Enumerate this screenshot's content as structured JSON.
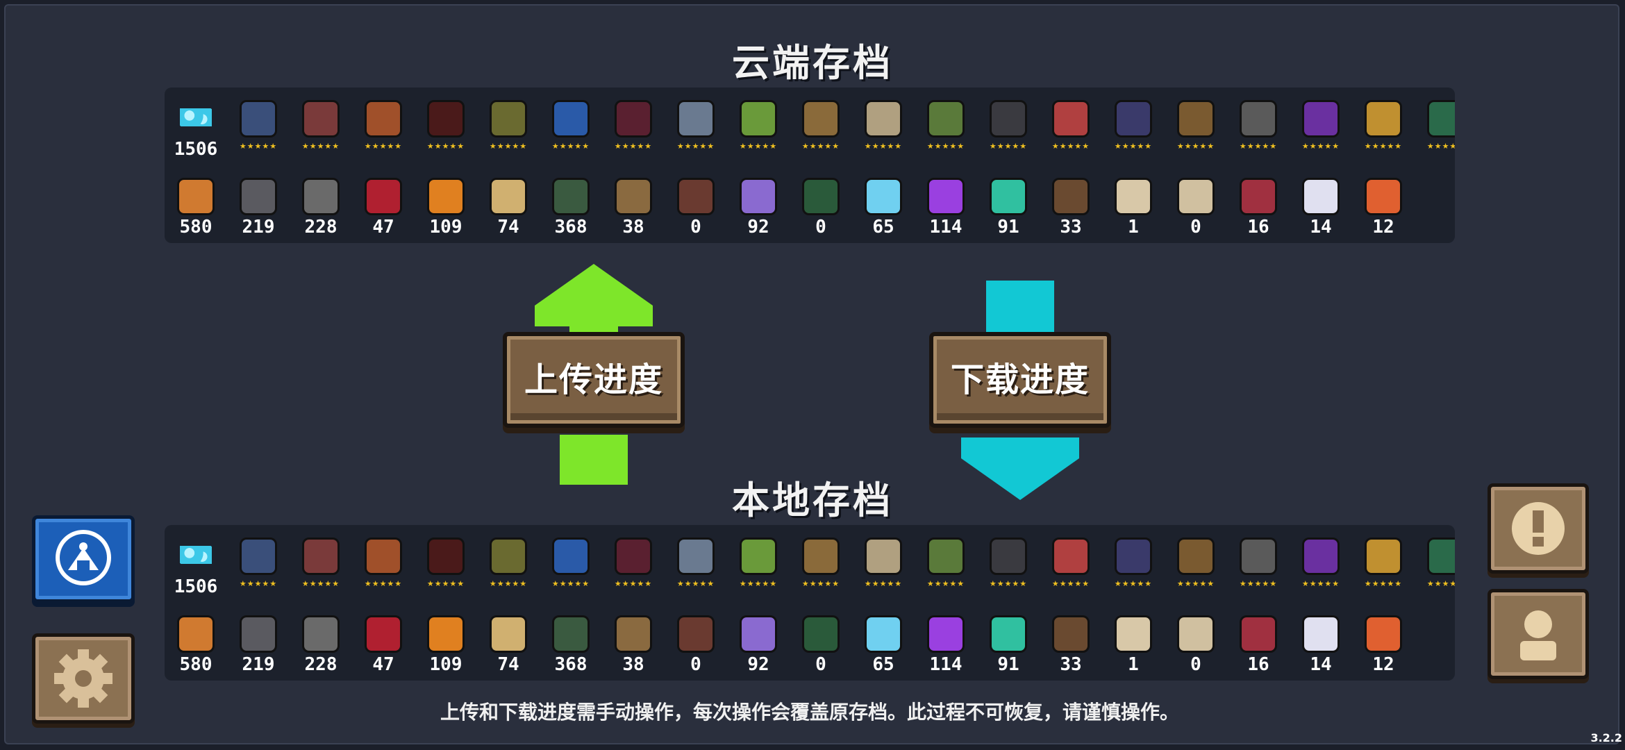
{
  "cloud": {
    "title": "云端存档",
    "gems": "1506",
    "characters": [
      {
        "icon": "knight-icon",
        "color": "#3a4f7a"
      },
      {
        "icon": "rogue-icon",
        "color": "#7a3a3a"
      },
      {
        "icon": "wizard-icon",
        "color": "#a0502a"
      },
      {
        "icon": "assassin-icon",
        "color": "#4a1a1a"
      },
      {
        "icon": "engineer-icon",
        "color": "#6a6a30"
      },
      {
        "icon": "robot-icon",
        "color": "#2a5aa8"
      },
      {
        "icon": "vampire-icon",
        "color": "#5a2030"
      },
      {
        "icon": "paladin-icon",
        "color": "#6a7a90"
      },
      {
        "icon": "elf-icon",
        "color": "#6a9a3a"
      },
      {
        "icon": "werewolf-icon",
        "color": "#8a6a3a"
      },
      {
        "icon": "priest-icon",
        "color": "#b0a080"
      },
      {
        "icon": "druid-icon",
        "color": "#5a7a3a"
      },
      {
        "icon": "berserker-icon",
        "color": "#3a3a40"
      },
      {
        "icon": "taoist-icon",
        "color": "#b04040"
      },
      {
        "icon": "necromancer-icon",
        "color": "#3a3a6a"
      },
      {
        "icon": "pirate-icon",
        "color": "#7a5a30"
      },
      {
        "icon": "monk-icon",
        "color": "#5a5a5a"
      },
      {
        "icon": "warlock-icon",
        "color": "#6a30a0"
      },
      {
        "icon": "bard-icon",
        "color": "#c09030"
      },
      {
        "icon": "mech-icon",
        "color": "#2a6a4a"
      }
    ],
    "materials": [
      {
        "icon": "ore-icon",
        "color": "#d07a30",
        "count": "580"
      },
      {
        "icon": "iron-icon",
        "color": "#5a5a60",
        "count": "219"
      },
      {
        "icon": "gear-part-icon",
        "color": "#6a6a6a",
        "count": "228"
      },
      {
        "icon": "red-leaf-icon",
        "color": "#b02030",
        "count": "47"
      },
      {
        "icon": "fire-leaf-icon",
        "color": "#e08020",
        "count": "109"
      },
      {
        "icon": "wood-plank-icon",
        "color": "#d0b070",
        "count": "74"
      },
      {
        "icon": "battery-icon",
        "color": "#3a5a40",
        "count": "368"
      },
      {
        "icon": "feather-pile-icon",
        "color": "#8a6a40",
        "count": "38"
      },
      {
        "icon": "device-icon",
        "color": "#6a3a30",
        "count": "0"
      },
      {
        "icon": "purple-crystal-icon",
        "color": "#8a6ad0",
        "count": "92"
      },
      {
        "icon": "terminal-icon",
        "color": "#2a5a3a",
        "count": "0"
      },
      {
        "icon": "ice-crystal-icon",
        "color": "#70d0f0",
        "count": "65"
      },
      {
        "icon": "violet-crystal-icon",
        "color": "#9a40e0",
        "count": "114"
      },
      {
        "icon": "teal-crystal-icon",
        "color": "#30c0a0",
        "count": "91"
      },
      {
        "icon": "horn-icon",
        "color": "#6a4a30",
        "count": "33"
      },
      {
        "icon": "scroll-icon",
        "color": "#d8c8a8",
        "count": "1"
      },
      {
        "icon": "scroll-icon",
        "color": "#d0c0a0",
        "count": "0"
      },
      {
        "icon": "chip-icon",
        "color": "#a03040",
        "count": "16"
      },
      {
        "icon": "quill-icon",
        "color": "#e0e0f0",
        "count": "14"
      },
      {
        "icon": "card-icon",
        "color": "#e06030",
        "count": "12"
      }
    ]
  },
  "local": {
    "title": "本地存档",
    "gems": "1506",
    "characters": [
      {
        "icon": "knight-icon",
        "color": "#3a4f7a"
      },
      {
        "icon": "rogue-icon",
        "color": "#7a3a3a"
      },
      {
        "icon": "wizard-icon",
        "color": "#a0502a"
      },
      {
        "icon": "assassin-icon",
        "color": "#4a1a1a"
      },
      {
        "icon": "engineer-icon",
        "color": "#6a6a30"
      },
      {
        "icon": "robot-icon",
        "color": "#2a5aa8"
      },
      {
        "icon": "vampire-icon",
        "color": "#5a2030"
      },
      {
        "icon": "paladin-icon",
        "color": "#6a7a90"
      },
      {
        "icon": "elf-icon",
        "color": "#6a9a3a"
      },
      {
        "icon": "werewolf-icon",
        "color": "#8a6a3a"
      },
      {
        "icon": "priest-icon",
        "color": "#b0a080"
      },
      {
        "icon": "druid-icon",
        "color": "#5a7a3a"
      },
      {
        "icon": "berserker-icon",
        "color": "#3a3a40"
      },
      {
        "icon": "taoist-icon",
        "color": "#b04040"
      },
      {
        "icon": "necromancer-icon",
        "color": "#3a3a6a"
      },
      {
        "icon": "pirate-icon",
        "color": "#7a5a30"
      },
      {
        "icon": "monk-icon",
        "color": "#5a5a5a"
      },
      {
        "icon": "warlock-icon",
        "color": "#6a30a0"
      },
      {
        "icon": "bard-icon",
        "color": "#c09030"
      },
      {
        "icon": "mech-icon",
        "color": "#2a6a4a"
      }
    ],
    "materials": [
      {
        "icon": "ore-icon",
        "color": "#d07a30",
        "count": "580"
      },
      {
        "icon": "iron-icon",
        "color": "#5a5a60",
        "count": "219"
      },
      {
        "icon": "gear-part-icon",
        "color": "#6a6a6a",
        "count": "228"
      },
      {
        "icon": "red-leaf-icon",
        "color": "#b02030",
        "count": "47"
      },
      {
        "icon": "fire-leaf-icon",
        "color": "#e08020",
        "count": "109"
      },
      {
        "icon": "wood-plank-icon",
        "color": "#d0b070",
        "count": "74"
      },
      {
        "icon": "battery-icon",
        "color": "#3a5a40",
        "count": "368"
      },
      {
        "icon": "feather-pile-icon",
        "color": "#8a6a40",
        "count": "38"
      },
      {
        "icon": "device-icon",
        "color": "#6a3a30",
        "count": "0"
      },
      {
        "icon": "purple-crystal-icon",
        "color": "#8a6ad0",
        "count": "92"
      },
      {
        "icon": "terminal-icon",
        "color": "#2a5a3a",
        "count": "0"
      },
      {
        "icon": "ice-crystal-icon",
        "color": "#70d0f0",
        "count": "65"
      },
      {
        "icon": "violet-crystal-icon",
        "color": "#9a40e0",
        "count": "114"
      },
      {
        "icon": "teal-crystal-icon",
        "color": "#30c0a0",
        "count": "91"
      },
      {
        "icon": "horn-icon",
        "color": "#6a4a30",
        "count": "33"
      },
      {
        "icon": "scroll-icon",
        "color": "#d8c8a8",
        "count": "1"
      },
      {
        "icon": "scroll-icon",
        "color": "#d0c0a0",
        "count": "0"
      },
      {
        "icon": "chip-icon",
        "color": "#a03040",
        "count": "16"
      },
      {
        "icon": "quill-icon",
        "color": "#e0e0f0",
        "count": "14"
      },
      {
        "icon": "card-icon",
        "color": "#e06030",
        "count": "12"
      }
    ]
  },
  "actions": {
    "upload_label": "上传进度",
    "download_label": "下载进度",
    "upload_arrow_color": "#7ee62a",
    "download_arrow_color": "#12c8d4"
  },
  "sidebar_left": {
    "account_icon": "qq-game-center-icon",
    "settings_icon": "gear-icon"
  },
  "sidebar_right": {
    "alert_icon": "exclamation-icon",
    "profile_icon": "user-silhouette-icon"
  },
  "notice": "上传和下载进度需手动操作，每次操作会覆盖原存档。此过程不可恢复，请谨慎操作。",
  "version": "3.2.2"
}
